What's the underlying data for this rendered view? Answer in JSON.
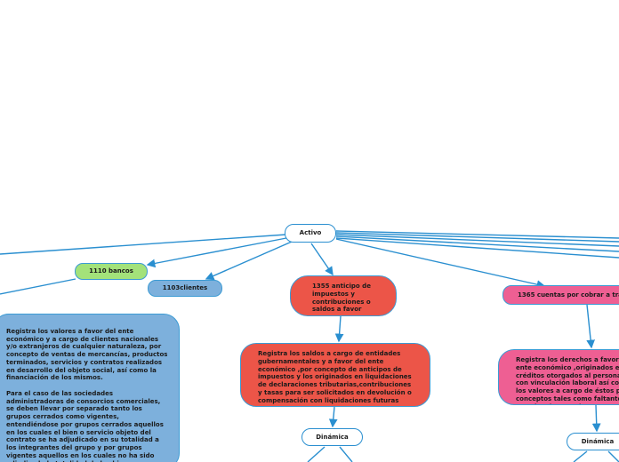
{
  "nodes": {
    "root": "Activo",
    "bancos": "1110 bancos",
    "clientes": "1103clientes",
    "anticipo": "1355 anticipo de impuestos y contribuciones o saldos a favor",
    "cuentas_trabajadores": "1365 cuentas por cobrar a tra",
    "desc_clientes": "Registra los valores a favor del ente económico y a cargo de clientes nacionales y/o extranjeros de cualquier naturaleza, por concepto de ventas de mercancías, productos terminados, servicios y contratos realizados en desarrollo del objeto social, así como la financiación de los mismos.\n\nPara el caso de las sociedades administradoras de consorcios comerciales, se deben llevar por separado tanto los grupos cerrados como vigentes, entendiéndose por grupos cerrados aquellos en los cuales el bien o servicio objeto del contrato se ha adjudicado en su totalidad a los integrantes del grupo y por grupos vigentes aquellos en los cuales no ha sido adjudicada la totalidad de los bienes o servicios.",
    "desc_anticipo": "Registra los saldos a cargo de entidades gubernamentales y a favor del ente económico ,por concepto de anticipos de impuestos y los originados en liquidaciones de declaraciones tributarias,contribuciones y tasas para ser solicitados en devolución o compensación con liquidaciones futuras",
    "desc_trabajadores": "Registra los derechos a favor del ente económico ,originados en créditos otorgados al personal con vinculación laboral así como los valores a cargo de éstos por conceptos tales  como faltantes en caja o inventarios",
    "dinamica_1": "Dinámica",
    "dinamica_2": "Dinámica"
  },
  "colors": {
    "line": "#2a8fd0",
    "green": "#a3e27a",
    "blue": "#7db0dc",
    "red": "#ec5548",
    "pink": "#ee5f93"
  }
}
